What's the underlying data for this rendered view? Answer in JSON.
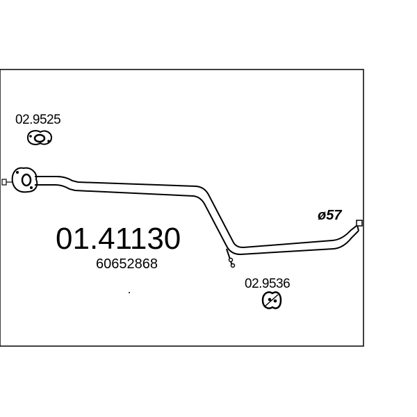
{
  "diagram": {
    "part_number": "01.41130",
    "oe_number": "60652868",
    "diameter_label": "ø57",
    "components": [
      {
        "label": "02.9525",
        "icon": "flange-gasket-icon"
      },
      {
        "label": "02.9536",
        "icon": "rubber-mount-icon"
      }
    ],
    "colors": {
      "line": "#000000",
      "background": "#ffffff"
    }
  }
}
